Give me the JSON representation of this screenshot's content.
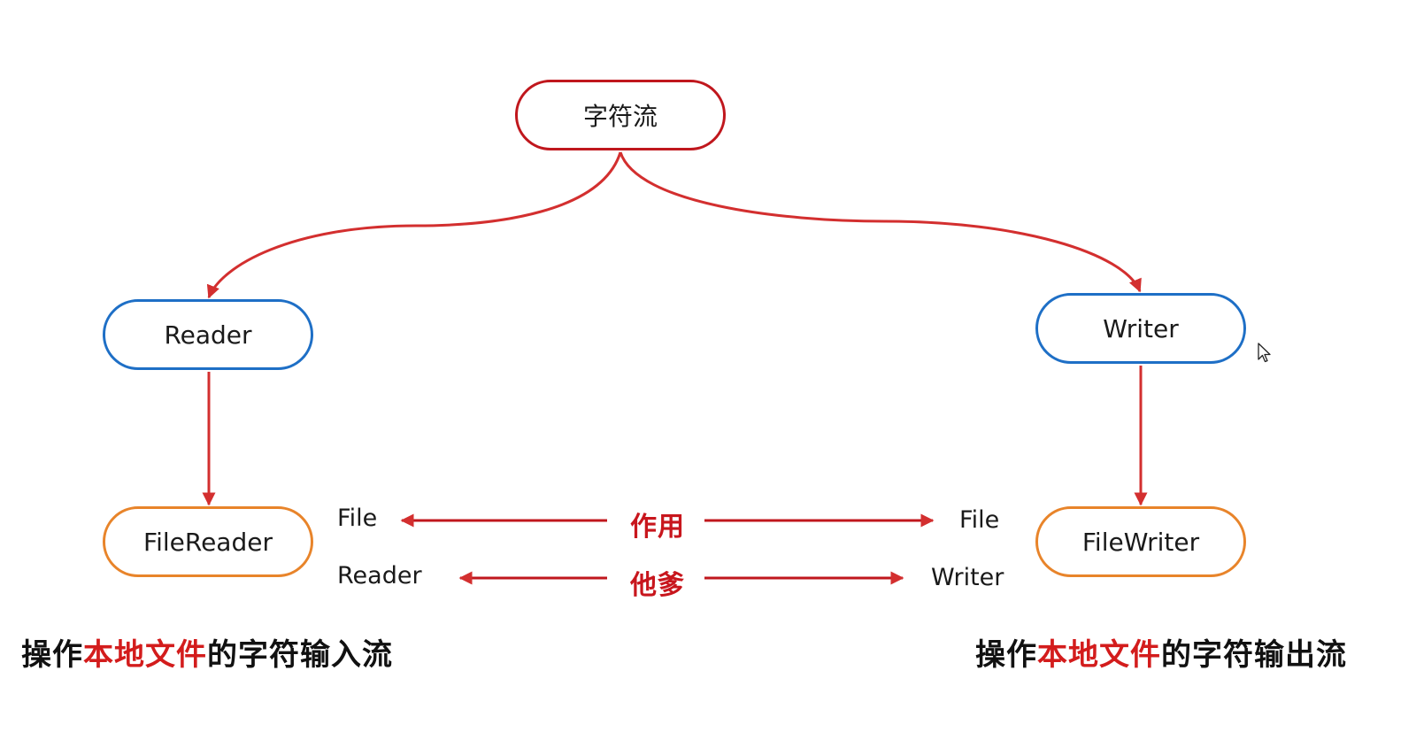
{
  "colors": {
    "arrow": "#d32f2f",
    "root_border": "#c0171d",
    "abstract_border": "#1e6fc6",
    "concrete_border": "#e8842a",
    "highlight": "#d31c1c"
  },
  "nodes": {
    "root": "字符流",
    "reader": "Reader",
    "writer": "Writer",
    "file_reader": "FileReader",
    "file_writer": "FileWriter"
  },
  "name_parts": {
    "left_top": "File",
    "left_bottom": "Reader",
    "right_top": "File",
    "right_bottom": "Writer",
    "role_label": "作用",
    "base_label": "他爹"
  },
  "captions": {
    "left": {
      "prefix": "操作",
      "highlight": "本地文件",
      "suffix": "的字符输入流"
    },
    "right": {
      "prefix": "操作",
      "highlight": "本地文件",
      "suffix": "的字符输出流"
    }
  },
  "icons": [
    "mouse-cursor-icon"
  ]
}
